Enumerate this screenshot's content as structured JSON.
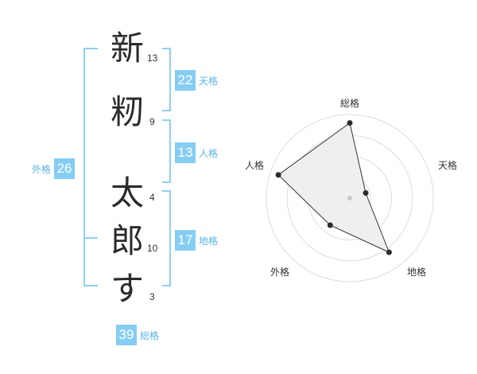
{
  "name": {
    "chars": [
      {
        "char": "新",
        "strokes": "13"
      },
      {
        "char": "籾",
        "strokes": "9"
      },
      {
        "char": "太",
        "strokes": "4"
      },
      {
        "char": "郎",
        "strokes": "10"
      },
      {
        "char": "す",
        "strokes": "3"
      }
    ]
  },
  "fortunes": {
    "tenkaku": {
      "value": "22",
      "label": "天格"
    },
    "jinkaku": {
      "value": "13",
      "label": "人格"
    },
    "chikaku": {
      "value": "17",
      "label": "地格"
    },
    "gaikaku": {
      "value": "26",
      "label": "外格"
    },
    "soukaku": {
      "value": "39",
      "label": "総格"
    }
  },
  "radar": {
    "axes": [
      "総格",
      "天格",
      "地格",
      "外格",
      "人格"
    ],
    "values": [
      0.9,
      0.2,
      0.8,
      0.4,
      0.9
    ],
    "rings": 4
  },
  "colors": {
    "accent": "#86cdf3",
    "accent_text": "#5ab4e6",
    "bracket": "#8fd0f2"
  }
}
